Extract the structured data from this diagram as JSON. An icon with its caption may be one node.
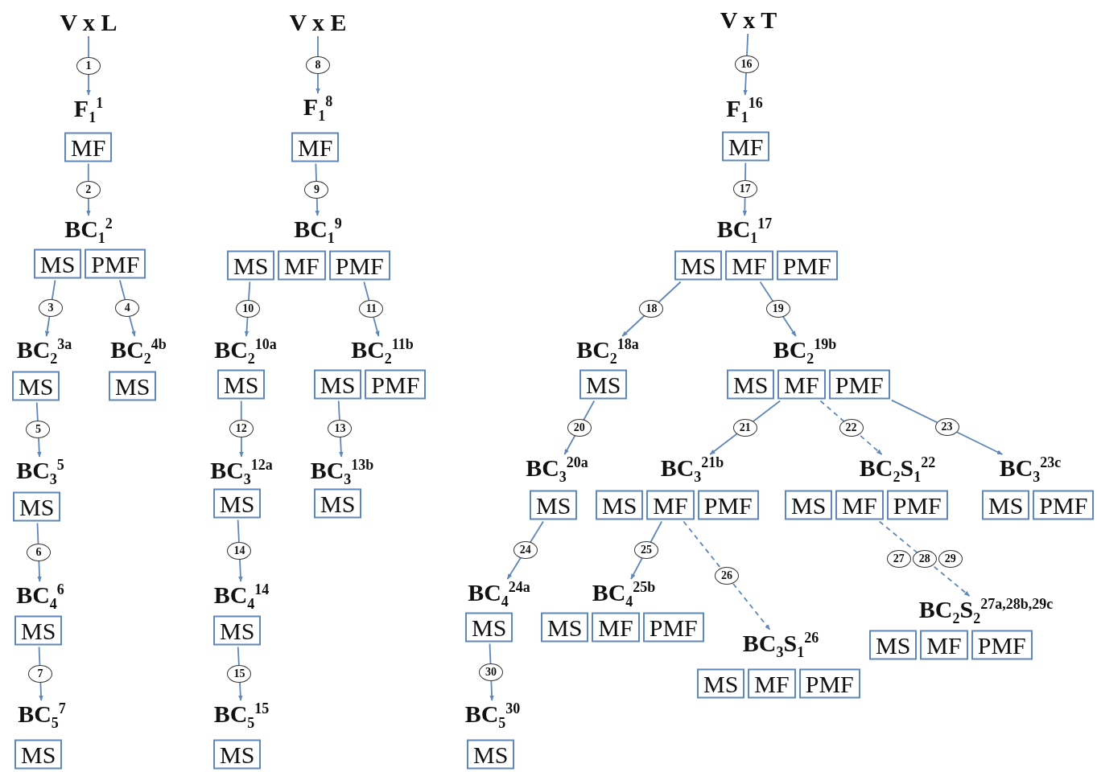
{
  "diagram": {
    "nodes": [
      {
        "text": [
          "V x L"
        ]
      },
      {
        "text": [
          "F$_{1}$$^{1}$"
        ]
      },
      {
        "text": [
          "MF"
        ]
      },
      {
        "text": [
          "BC$_{1}$$^{2}$"
        ]
      },
      {
        "text": [
          "MS"
        ]
      },
      {
        "text": [
          "PMF"
        ]
      },
      {
        "text": [
          "BC$_{2}$$^{3a}$"
        ]
      },
      {
        "text": [
          "MS"
        ]
      },
      {
        "text": [
          "BC$_{2}$$^{4b}$"
        ]
      },
      {
        "text": [
          "MS"
        ]
      },
      {
        "text": [
          "BC$_{3}$$^{5}$"
        ]
      },
      {
        "text": [
          "MS"
        ]
      },
      {
        "text": [
          "BC$_{4}$$^{6}$"
        ]
      },
      {
        "text": [
          "MS"
        ]
      },
      {
        "text": [
          "BC$_{5}$$^{7}$"
        ]
      },
      {
        "text": [
          "MS"
        ]
      },
      {
        "text": [
          "V x E"
        ]
      },
      {
        "text": [
          "F$_{1}$$^{8}$"
        ]
      },
      {
        "text": [
          "MF"
        ]
      },
      {
        "text": [
          "BC$_{1}$$^{9}$"
        ]
      },
      {
        "text": [
          "MS"
        ]
      },
      {
        "text": [
          "MF"
        ]
      },
      {
        "text": [
          "PMF"
        ]
      },
      {
        "text": [
          "BC$_{2}$$^{10a}$"
        ]
      },
      {
        "text": [
          "MS"
        ]
      },
      {
        "text": [
          "BC$_{2}$$^{11b}$"
        ]
      },
      {
        "text": [
          "MS"
        ]
      },
      {
        "text": [
          "PMF"
        ]
      },
      {
        "text": [
          "BC$_{3}$$^{12a}$"
        ]
      },
      {
        "text": [
          "MS"
        ]
      },
      {
        "text": [
          "BC$_{3}$$^{13b}$"
        ]
      },
      {
        "text": [
          "MS"
        ]
      },
      {
        "text": [
          "BC$_{4}$$^{14}$"
        ]
      },
      {
        "text": [
          "MS"
        ]
      },
      {
        "text": [
          "BC$_{5}$$^{15}$"
        ]
      },
      {
        "text": [
          "MS"
        ]
      },
      {
        "text": [
          "V x T"
        ]
      },
      {
        "text": [
          "F$_{1}$$^{16}$"
        ]
      },
      {
        "text": [
          "MF"
        ]
      },
      {
        "text": [
          "BC$_{1}$$^{17}$"
        ]
      },
      {
        "text": [
          "MS"
        ]
      },
      {
        "text": [
          "MF"
        ]
      },
      {
        "text": [
          "PMF"
        ]
      },
      {
        "text": [
          "BC$_{2}$$^{18a}$"
        ]
      },
      {
        "text": [
          "MS"
        ]
      },
      {
        "text": [
          "BC$_{2}$$^{19b}$"
        ]
      },
      {
        "text": [
          "MS"
        ]
      },
      {
        "text": [
          "MF"
        ]
      },
      {
        "text": [
          "PMF"
        ]
      },
      {
        "text": [
          "BC$_{3}$$^{20a}$"
        ]
      },
      {
        "text": [
          "MS"
        ]
      },
      {
        "text": [
          "BC$_{3}$$^{21b}$"
        ]
      },
      {
        "text": [
          "MS"
        ]
      },
      {
        "text": [
          "MF"
        ]
      },
      {
        "text": [
          "PMF"
        ]
      },
      {
        "text": [
          "BC$_{2}$S$_{1}$$^{22}$"
        ]
      },
      {
        "text": [
          "MS"
        ]
      },
      {
        "text": [
          "MF"
        ]
      },
      {
        "text": [
          "PMF"
        ]
      },
      {
        "text": [
          "BC$_{3}$$^{23c}$"
        ]
      },
      {
        "text": [
          "MS"
        ]
      },
      {
        "text": [
          "PMF"
        ]
      },
      {
        "text": [
          "BC$_{4}$$^{24a}$"
        ]
      },
      {
        "text": [
          "MS"
        ]
      },
      {
        "text": [
          "BC$_{4}$$^{25b}$"
        ]
      },
      {
        "text": [
          "MS"
        ]
      },
      {
        "text": [
          "MF"
        ]
      },
      {
        "text": [
          "PMF"
        ]
      },
      {
        "text": [
          "BC$_{3}$S$_{1}$$^{26}$"
        ]
      },
      {
        "text": [
          "MS"
        ]
      },
      {
        "text": [
          "MF"
        ]
      },
      {
        "text": [
          "PMF"
        ]
      },
      {
        "text": [
          "BC$_{2}$S$_{2}$$^{27a,28b,29c}$"
        ]
      },
      {
        "text": [
          "MS"
        ]
      },
      {
        "text": [
          "MF"
        ]
      },
      {
        "text": [
          "PMF"
        ]
      },
      {
        "text": [
          "BC$_{5}$$^{30}$"
        ]
      },
      {
        "text": [
          "MS"
        ]
      }
    ],
    "edges": [
      {
        "from": 0,
        "to": 1,
        "arrow": "to",
        "label": "1"
      },
      {
        "from": 2,
        "to": 3,
        "arrow": "to",
        "label": "2"
      },
      {
        "from": 4,
        "to": 6,
        "arrow": "to",
        "label": "3"
      },
      {
        "from": 5,
        "to": 8,
        "arrow": "to",
        "label": "4"
      },
      {
        "from": 7,
        "to": 10,
        "arrow": "to",
        "label": "5"
      },
      {
        "from": 11,
        "to": 12,
        "arrow": "to",
        "label": "6"
      },
      {
        "from": 13,
        "to": 14,
        "arrow": "to",
        "label": "7"
      },
      {
        "from": 16,
        "to": 17,
        "arrow": "to",
        "label": "8"
      },
      {
        "from": 18,
        "to": 19,
        "arrow": "to",
        "label": "9"
      },
      {
        "from": 20,
        "to": 23,
        "arrow": "to",
        "label": "10"
      },
      {
        "from": 22,
        "to": 25,
        "arrow": "to",
        "label": "11"
      },
      {
        "from": 24,
        "to": 28,
        "arrow": "to",
        "label": "12"
      },
      {
        "from": 26,
        "to": 30,
        "arrow": "to",
        "label": "13"
      },
      {
        "from": 29,
        "to": 32,
        "arrow": "to",
        "label": "14"
      },
      {
        "from": 33,
        "to": 34,
        "arrow": "to",
        "label": "15"
      },
      {
        "from": 36,
        "to": 37,
        "arrow": "to",
        "label": "16"
      },
      {
        "from": 38,
        "to": 39,
        "arrow": "to",
        "label": "17"
      },
      {
        "from": 40,
        "to": 43,
        "arrow": "to",
        "label": "18"
      },
      {
        "from": 41,
        "to": 45,
        "arrow": "to",
        "label": "19"
      },
      {
        "from": 44,
        "to": 49,
        "arrow": "to",
        "label": "20"
      },
      {
        "from": 47,
        "to": 51,
        "arrow": "to",
        "label": "21"
      },
      {
        "from": 47,
        "to": 55,
        "arrow": "to",
        "label": "22",
        "style": "dashed"
      },
      {
        "from": 48,
        "to": 59,
        "arrow": "to",
        "label": "23"
      },
      {
        "from": 50,
        "to": 62,
        "arrow": "to",
        "label": "24"
      },
      {
        "from": 53,
        "to": 64,
        "arrow": "to",
        "label": "25"
      },
      {
        "from": 53,
        "to": 68,
        "arrow": "to",
        "label": "26",
        "style": "dashed"
      },
      {
        "from": 57,
        "to": 72,
        "arrow": "to",
        "label": "27",
        "style": "dashed"
      },
      {
        "from": 63,
        "to": 76,
        "arrow": "to",
        "label": "30"
      }
    ],
    "labels": [
      "28",
      "29"
    ]
  }
}
